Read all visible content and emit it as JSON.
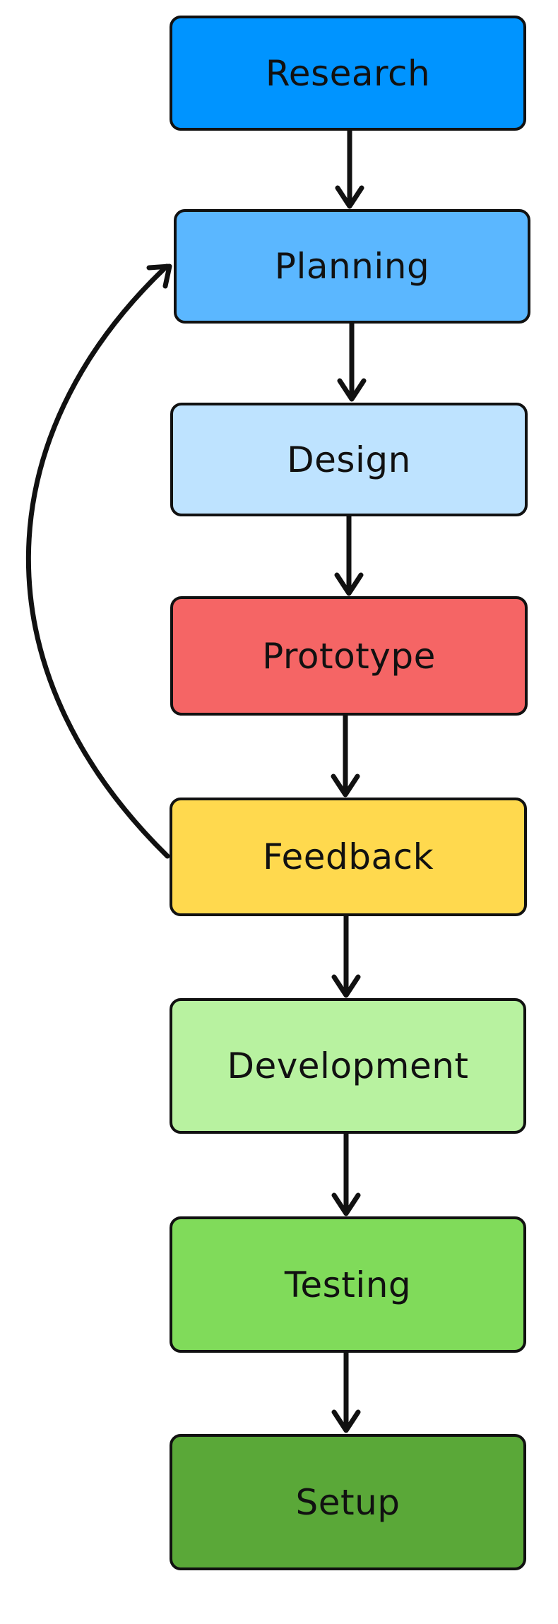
{
  "diagram": {
    "steps": [
      {
        "id": "research",
        "label": "Research",
        "color": "#0094FF"
      },
      {
        "id": "planning",
        "label": "Planning",
        "color": "#5BB7FF"
      },
      {
        "id": "design",
        "label": "Design",
        "color": "#BEE3FF"
      },
      {
        "id": "prototype",
        "label": "Prototype",
        "color": "#F56565"
      },
      {
        "id": "feedback",
        "label": "Feedback",
        "color": "#FFD94E"
      },
      {
        "id": "development",
        "label": "Development",
        "color": "#B8F2A0"
      },
      {
        "id": "testing",
        "label": "Testing",
        "color": "#80DB5A"
      },
      {
        "id": "setup",
        "label": "Setup",
        "color": "#5AA838"
      }
    ],
    "edges": [
      {
        "from": "research",
        "to": "planning"
      },
      {
        "from": "planning",
        "to": "design"
      },
      {
        "from": "design",
        "to": "prototype"
      },
      {
        "from": "prototype",
        "to": "feedback"
      },
      {
        "from": "feedback",
        "to": "development"
      },
      {
        "from": "development",
        "to": "testing"
      },
      {
        "from": "testing",
        "to": "setup"
      },
      {
        "from": "feedback",
        "to": "planning",
        "style": "curved-loop-left"
      }
    ],
    "stroke_color": "#111111"
  }
}
